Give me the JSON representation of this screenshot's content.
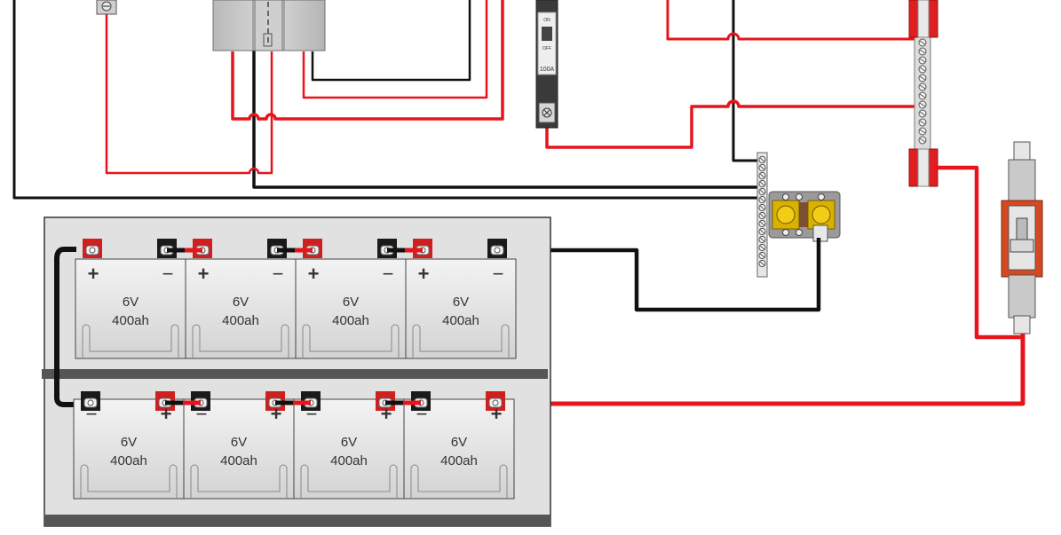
{
  "colors": {
    "wire_positive": "#e8141c",
    "wire_negative": "#111111",
    "battery_case": "#e6e6e6",
    "terminal_positive": "#d01f1f",
    "terminal_negative": "#1a1a1a",
    "rack": "#e1e1e1",
    "shelf": "#555555"
  },
  "battery_bank": {
    "top_row": [
      {
        "voltage": "6V",
        "capacity": "400ah",
        "left_sign": "+",
        "right_sign": "−"
      },
      {
        "voltage": "6V",
        "capacity": "400ah",
        "left_sign": "+",
        "right_sign": "−"
      },
      {
        "voltage": "6V",
        "capacity": "400ah",
        "left_sign": "+",
        "right_sign": "−"
      },
      {
        "voltage": "6V",
        "capacity": "400ah",
        "left_sign": "+",
        "right_sign": "−"
      }
    ],
    "bottom_row": [
      {
        "voltage": "6V",
        "capacity": "400ah",
        "left_sign": "−",
        "right_sign": "+"
      },
      {
        "voltage": "6V",
        "capacity": "400ah",
        "left_sign": "−",
        "right_sign": "+"
      },
      {
        "voltage": "6V",
        "capacity": "400ah",
        "left_sign": "−",
        "right_sign": "+"
      },
      {
        "voltage": "6V",
        "capacity": "400ah",
        "left_sign": "−",
        "right_sign": "+"
      }
    ]
  },
  "breaker": {
    "on_label": "ON",
    "off_label": "OFF",
    "rating": "100A"
  }
}
